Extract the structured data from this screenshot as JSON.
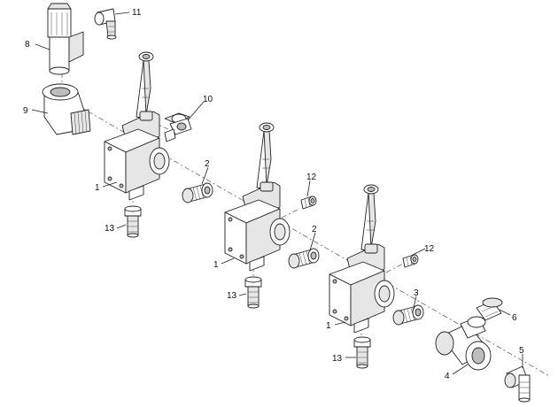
{
  "callouts": {
    "c1a": "1",
    "c1b": "1",
    "c1c": "1",
    "c2a": "2",
    "c2b": "2",
    "c3": "3",
    "c4": "4",
    "c5": "5",
    "c6": "6",
    "c8": "8",
    "c9": "9",
    "c10": "10",
    "c11": "11",
    "c12a": "12",
    "c12b": "12",
    "c13a": "13",
    "c13b": "13",
    "c13c": "13"
  },
  "icons": {
    "valve": "ball-valve-body",
    "fitting": "threaded-fitting",
    "barb": "hose-barb",
    "elbow": "threaded-elbow",
    "knob": "thumb-screw-knob"
  }
}
